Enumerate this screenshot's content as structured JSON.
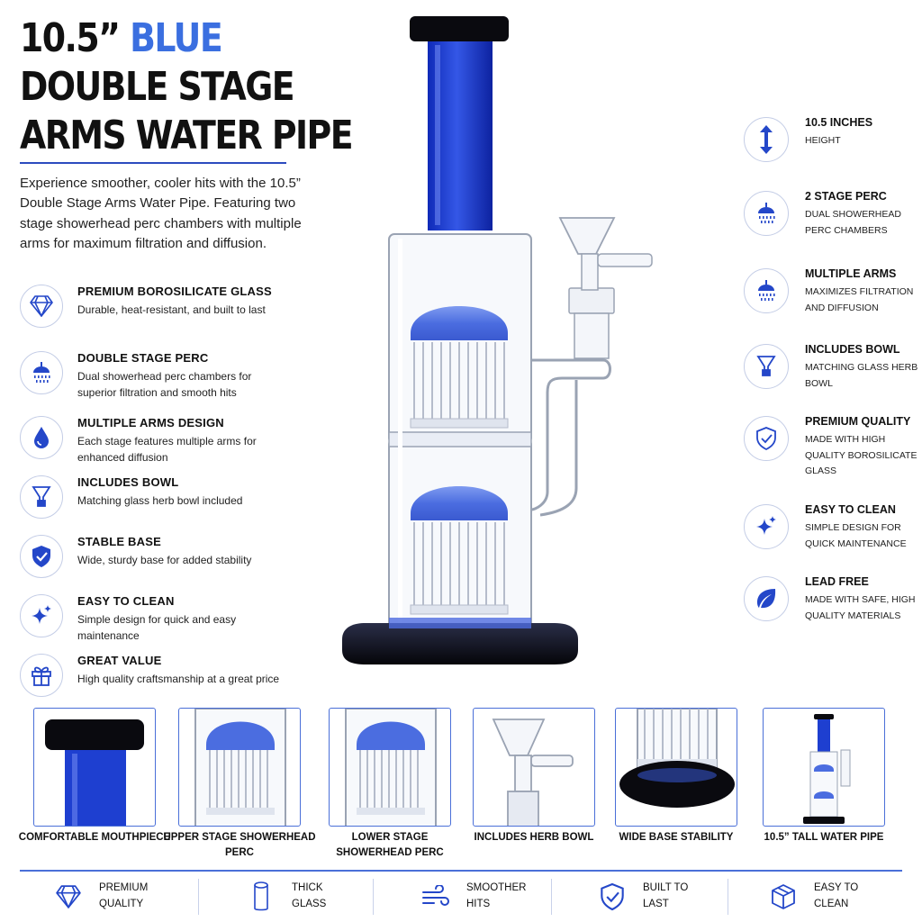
{
  "title": {
    "line1_a": "10.5”",
    "line1_b": "BLUE",
    "line2": "DOUBLE STAGE",
    "line3": "ARMS WATER PIPE"
  },
  "intro": "Experience smoother, cooler hits with the 10.5” Double Stage Arms Water Pipe. Featuring two stage showerhead perc chambers with multiple arms for maximum filtration and diffusion.",
  "colors": {
    "accent": "#2c4bbf",
    "blue_glass": "#1e3fd0",
    "icon_blue": "#2447c9"
  },
  "left_features": [
    {
      "icon": "diamond-icon",
      "title": "PREMIUM BOROSILICATE GLASS",
      "desc": "Durable, heat-resistant, and built to last"
    },
    {
      "icon": "showerhead-icon",
      "title": "DOUBLE STAGE PERC",
      "desc": "Dual showerhead perc chambers for superior filtration and smooth hits"
    },
    {
      "icon": "water-drop-icon",
      "title": "MULTIPLE ARMS DESIGN",
      "desc": "Each stage features multiple arms for enhanced diffusion"
    },
    {
      "icon": "bowl-icon",
      "title": "INCLUDES BOWL",
      "desc": "Matching glass herb bowl included"
    },
    {
      "icon": "shield-check-icon",
      "title": "STABLE BASE",
      "desc": "Wide, sturdy base for added stability"
    },
    {
      "icon": "sparkle-icon",
      "title": "EASY TO CLEAN",
      "desc": "Simple design for quick and easy maintenance"
    },
    {
      "icon": "gift-icon",
      "title": "GREAT VALUE",
      "desc": "High quality craftsmanship at a great price"
    }
  ],
  "right_features": [
    {
      "icon": "height-arrows-icon",
      "title": "10.5 INCHES",
      "desc": "HEIGHT"
    },
    {
      "icon": "showerhead-icon",
      "title": "2 STAGE PERC",
      "desc": "DUAL SHOWERHEAD PERC CHAMBERS"
    },
    {
      "icon": "showerhead-icon",
      "title": "MULTIPLE ARMS",
      "desc": "MAXIMIZES FILTRATION AND DIFFUSION"
    },
    {
      "icon": "bowl-icon",
      "title": "INCLUDES BOWL",
      "desc": "MATCHING GLASS HERB BOWL"
    },
    {
      "icon": "shield-check-icon",
      "title": "PREMIUM QUALITY",
      "desc": "MADE WITH HIGH QUALITY BOROSILICATE GLASS"
    },
    {
      "icon": "sparkle-icon",
      "title": "EASY TO CLEAN",
      "desc": "SIMPLE DESIGN FOR QUICK MAINTENANCE"
    },
    {
      "icon": "leaf-icon",
      "title": "LEAD FREE",
      "desc": "MADE WITH SAFE, HIGH QUALITY MATERIALS"
    }
  ],
  "thumbnails": [
    {
      "name": "mouthpiece",
      "caption": "COMFORTABLE MOUTHPIECE"
    },
    {
      "name": "upper-perc",
      "caption": "UPPER STAGE SHOWERHEAD PERC"
    },
    {
      "name": "lower-perc",
      "caption": "LOWER STAGE SHOWERHEAD PERC"
    },
    {
      "name": "bowl",
      "caption": "INCLUDES HERB BOWL"
    },
    {
      "name": "base",
      "caption": "WIDE BASE STABILITY"
    },
    {
      "name": "full-pipe",
      "caption": "10.5” TALL WATER PIPE"
    }
  ],
  "bottom_bar": [
    {
      "icon": "diamond-icon",
      "label": "PREMIUM\nQUALITY"
    },
    {
      "icon": "glass-tube-icon",
      "label": "THICK\nGLASS"
    },
    {
      "icon": "wind-icon",
      "label": "SMOOTHER\nHITS"
    },
    {
      "icon": "shield-check-icon",
      "label": "BUILT TO\nLAST"
    },
    {
      "icon": "package-icon",
      "label": "EASY TO\nCLEAN"
    }
  ]
}
